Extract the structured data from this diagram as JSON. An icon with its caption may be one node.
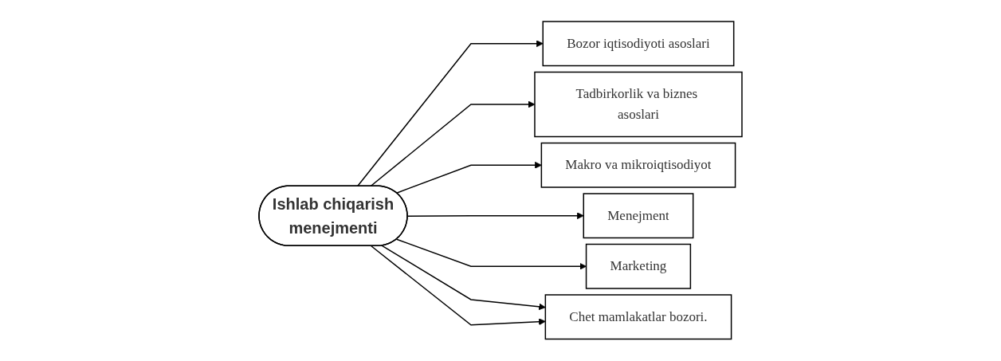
{
  "diagram": {
    "nodes": [
      {
        "text": [
          "Ishlab chiqarish",
          "menejmenti"
        ]
      },
      {
        "text": [
          "Bozor iqtisodiyoti asoslari"
        ]
      },
      {
        "text": [
          "Tadbirkorlik va biznes asoslari"
        ]
      },
      {
        "text": [
          "Makro va mikroiqtisodiyot"
        ]
      },
      {
        "text": [
          "Menejment"
        ]
      },
      {
        "text": [
          "Marketing"
        ]
      },
      {
        "text": [
          "Chet mamlakatlar bozori."
        ]
      }
    ],
    "edges": [
      {
        "from": 0,
        "to": 1,
        "arrow": "to"
      },
      {
        "from": 0,
        "to": 2,
        "arrow": "to"
      },
      {
        "from": 0,
        "to": 3,
        "arrow": "to"
      },
      {
        "from": 0,
        "to": 4,
        "arrow": "to"
      },
      {
        "from": 0,
        "to": 5,
        "arrow": "to"
      },
      {
        "from": 0,
        "to": 6,
        "arrow": "to"
      },
      {
        "from": 0,
        "to": 6,
        "arrow": "to"
      }
    ]
  }
}
